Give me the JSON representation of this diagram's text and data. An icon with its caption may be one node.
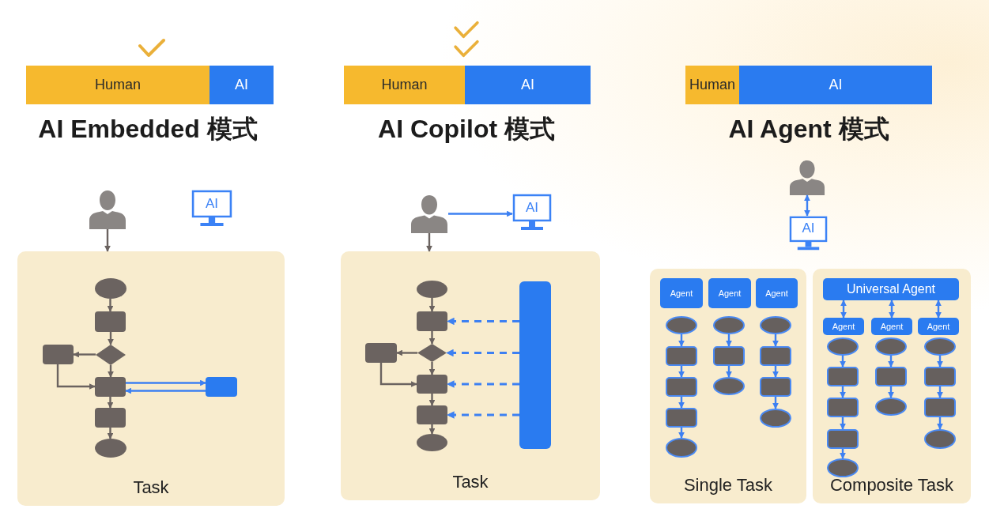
{
  "diagram": {
    "nodes": [
      {
        "text": [
          "Human"
        ]
      },
      {
        "text": [
          "AI"
        ]
      },
      {
        "text": [],
        "shape": "person"
      },
      {
        "text": [
          "AI"
        ]
      },
      {
        "text": [
          "Task"
        ]
      },
      {
        "text": [],
        "shape": "ellipse",
        "in": 4
      },
      {
        "text": [],
        "shape": "box",
        "in": 4
      },
      {
        "text": [],
        "shape": "diamond",
        "in": 4
      },
      {
        "text": [],
        "shape": "box",
        "in": 4
      },
      {
        "text": [],
        "shape": "box",
        "in": 4
      },
      {
        "text": [],
        "shape": "box",
        "in": 4
      },
      {
        "text": [],
        "shape": "ellipse",
        "in": 4
      },
      {
        "text": [],
        "shape": "box",
        "in": 4
      },
      {
        "text": [
          "Human"
        ]
      },
      {
        "text": [
          "AI"
        ]
      },
      {
        "text": [],
        "shape": "person"
      },
      {
        "text": [
          "AI"
        ]
      },
      {
        "text": [
          "Task"
        ]
      },
      {
        "text": [],
        "shape": "ellipse",
        "in": 17
      },
      {
        "text": [],
        "shape": "box",
        "in": 17
      },
      {
        "text": [],
        "shape": "diamond",
        "in": 17
      },
      {
        "text": [],
        "shape": "box",
        "in": 17
      },
      {
        "text": [],
        "shape": "box",
        "in": 17
      },
      {
        "text": [],
        "shape": "box",
        "in": 17
      },
      {
        "text": [],
        "shape": "ellipse",
        "in": 17
      },
      {
        "text": [],
        "shape": "bar",
        "in": 17
      },
      {
        "text": [
          "Human"
        ]
      },
      {
        "text": [
          "AI"
        ]
      },
      {
        "text": [],
        "shape": "person"
      },
      {
        "text": [
          "AI"
        ]
      },
      {
        "text": [
          "Single Task"
        ]
      },
      {
        "text": [
          "Composite Task"
        ]
      },
      {
        "text": [
          "Agent"
        ],
        "in": 30
      },
      {
        "text": [
          "Agent"
        ],
        "in": 30
      },
      {
        "text": [
          "Agent"
        ],
        "in": 30
      },
      {
        "text": [],
        "shape": "ellipse",
        "in": 30
      },
      {
        "text": [],
        "shape": "box",
        "in": 30
      },
      {
        "text": [],
        "shape": "box",
        "in": 30
      },
      {
        "text": [],
        "shape": "box",
        "in": 30
      },
      {
        "text": [],
        "shape": "ellipse",
        "in": 30
      },
      {
        "text": [],
        "shape": "ellipse",
        "in": 30
      },
      {
        "text": [],
        "shape": "box",
        "in": 30
      },
      {
        "text": [],
        "shape": "ellipse",
        "in": 30
      },
      {
        "text": [],
        "shape": "ellipse",
        "in": 30
      },
      {
        "text": [],
        "shape": "box",
        "in": 30
      },
      {
        "text": [],
        "shape": "box",
        "in": 30
      },
      {
        "text": [],
        "shape": "ellipse",
        "in": 30
      },
      {
        "text": [
          "Universal Agent"
        ],
        "in": 31
      },
      {
        "text": [
          "Agent"
        ],
        "in": 31
      },
      {
        "text": [
          "Agent"
        ],
        "in": 31
      },
      {
        "text": [
          "Agent"
        ],
        "in": 31
      },
      {
        "text": [],
        "shape": "ellipse",
        "in": 31
      },
      {
        "text": [],
        "shape": "box",
        "in": 31
      },
      {
        "text": [],
        "shape": "box",
        "in": 31
      },
      {
        "text": [],
        "shape": "box",
        "in": 31
      },
      {
        "text": [],
        "shape": "ellipse",
        "in": 31
      },
      {
        "text": [],
        "shape": "ellipse",
        "in": 31
      },
      {
        "text": [],
        "shape": "box",
        "in": 31
      },
      {
        "text": [],
        "shape": "ellipse",
        "in": 31
      },
      {
        "text": [],
        "shape": "ellipse",
        "in": 31
      },
      {
        "text": [],
        "shape": "box",
        "in": 31
      },
      {
        "text": [],
        "shape": "box",
        "in": 31
      },
      {
        "text": [],
        "shape": "ellipse",
        "in": 31
      }
    ],
    "edges": [
      {
        "from": 2,
        "to": 4,
        "arrow": "to",
        "color": "#6b6360"
      },
      {
        "from": 5,
        "to": 6,
        "arrow": "to",
        "color": "#6b6360"
      },
      {
        "from": 6,
        "to": 7,
        "arrow": "to",
        "color": "#6b6360"
      },
      {
        "from": 7,
        "to": 8,
        "arrow": "to",
        "color": "#6b6360"
      },
      {
        "from": 8,
        "to": 9,
        "arrow": "to",
        "color": "#6b6360"
      },
      {
        "from": 7,
        "to": 9,
        "arrow": "to",
        "color": "#6b6360"
      },
      {
        "from": 9,
        "to": 10,
        "arrow": "to",
        "color": "#6b6360"
      },
      {
        "from": 10,
        "to": 11,
        "arrow": "to",
        "color": "#6b6360"
      },
      {
        "from": 9,
        "to": 12,
        "arrow": "to"
      },
      {
        "from": 12,
        "to": 9,
        "arrow": "to"
      },
      {
        "from": 15,
        "to": 17,
        "arrow": "to",
        "color": "#6b6360"
      },
      {
        "from": 15,
        "to": 16,
        "arrow": "to"
      },
      {
        "from": 18,
        "to": 19,
        "arrow": "to",
        "color": "#6b6360"
      },
      {
        "from": 19,
        "to": 20,
        "arrow": "to",
        "color": "#6b6360"
      },
      {
        "from": 20,
        "to": 21,
        "arrow": "to",
        "color": "#6b6360"
      },
      {
        "from": 21,
        "to": 22,
        "arrow": "to",
        "color": "#6b6360"
      },
      {
        "from": 20,
        "to": 22,
        "arrow": "to",
        "color": "#6b6360"
      },
      {
        "from": 22,
        "to": 23,
        "arrow": "to",
        "color": "#6b6360"
      },
      {
        "from": 23,
        "to": 24,
        "arrow": "to",
        "color": "#6b6360"
      },
      {
        "from": 25,
        "to": 19,
        "arrow": "to",
        "style": "dashed"
      },
      {
        "from": 25,
        "to": 20,
        "arrow": "to",
        "style": "dashed"
      },
      {
        "from": 25,
        "to": 22,
        "arrow": "to",
        "style": "dashed"
      },
      {
        "from": 25,
        "to": 23,
        "arrow": "to",
        "style": "dashed"
      },
      {
        "from": 28,
        "to": 29,
        "arrow": "both"
      },
      {
        "from": 35,
        "to": 36,
        "arrow": "to"
      },
      {
        "from": 36,
        "to": 37,
        "arrow": "to"
      },
      {
        "from": 37,
        "to": 38,
        "arrow": "to"
      },
      {
        "from": 38,
        "to": 39,
        "arrow": "to"
      },
      {
        "from": 40,
        "to": 41,
        "arrow": "to"
      },
      {
        "from": 41,
        "to": 42,
        "arrow": "to"
      },
      {
        "from": 43,
        "to": 44,
        "arrow": "to"
      },
      {
        "from": 44,
        "to": 45,
        "arrow": "to"
      },
      {
        "from": 45,
        "to": 46,
        "arrow": "to"
      },
      {
        "from": 47,
        "to": 48,
        "arrow": "both"
      },
      {
        "from": 47,
        "to": 49,
        "arrow": "both"
      },
      {
        "from": 47,
        "to": 50,
        "arrow": "both"
      },
      {
        "from": 51,
        "to": 52,
        "arrow": "to"
      },
      {
        "from": 52,
        "to": 53,
        "arrow": "to"
      },
      {
        "from": 53,
        "to": 54,
        "arrow": "to"
      },
      {
        "from": 54,
        "to": 55,
        "arrow": "to"
      },
      {
        "from": 56,
        "to": 57,
        "arrow": "to"
      },
      {
        "from": 57,
        "to": 58,
        "arrow": "to"
      },
      {
        "from": 59,
        "to": 60,
        "arrow": "to"
      },
      {
        "from": 60,
        "to": 61,
        "arrow": "to"
      },
      {
        "from": 61,
        "to": 62,
        "arrow": "to"
      }
    ],
    "labels": [
      "AI Embedded 模式",
      "AI Copilot 模式",
      "AI Agent 模式"
    ]
  }
}
